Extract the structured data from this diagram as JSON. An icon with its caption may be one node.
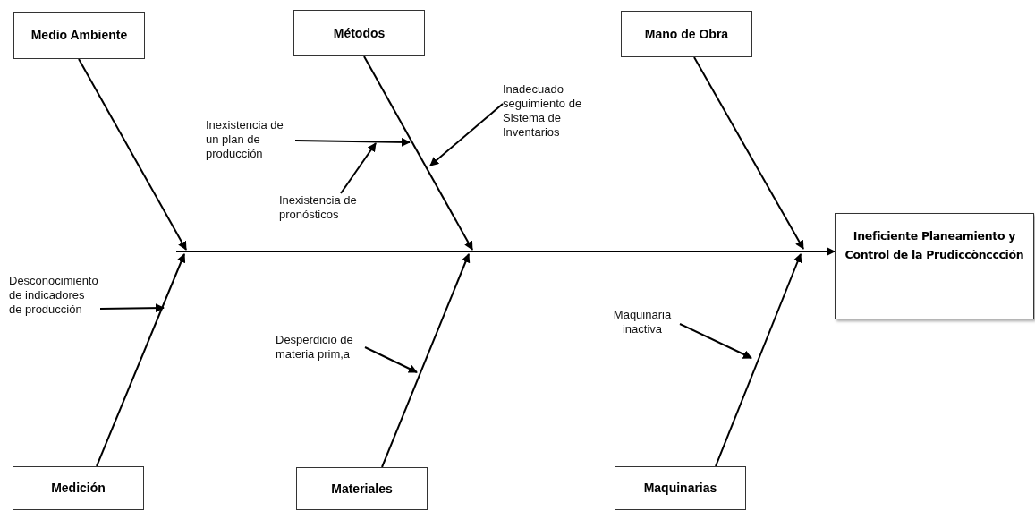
{
  "diagram": {
    "nodes": [
      {
        "text": [
          "Medio Ambiente"
        ]
      },
      {
        "text": [
          "Métodos"
        ]
      },
      {
        "text": [
          "Mano de Obra"
        ]
      },
      {
        "text": [
          "Ineficiente Planeamiento y Control de la  Prudiccònccción"
        ]
      },
      {
        "text": [
          "Medición"
        ]
      },
      {
        "text": [
          "Materiales"
        ]
      },
      {
        "text": [
          "Maquinarias"
        ]
      },
      {
        "text": [
          "Inexistencia de un plan de producción"
        ]
      },
      {
        "text": [
          "Inexistencia de pronósticos"
        ]
      },
      {
        "text": [
          "Inadecuado seguimiento de Sistema de Inventarios"
        ]
      },
      {
        "text": [
          "Desconocimiento de indicadores de producción"
        ]
      },
      {
        "text": [
          "Desperdicio de materia prim,a"
        ]
      },
      {
        "text": [
          "Maquinaria inactiva"
        ]
      }
    ],
    "edges": [
      {
        "from": 0,
        "to": null,
        "arrow": "to"
      },
      {
        "from": 1,
        "to": null,
        "arrow": "to"
      },
      {
        "from": 2,
        "to": null,
        "arrow": "to"
      },
      {
        "from": 4,
        "to": null,
        "arrow": "to"
      },
      {
        "from": 5,
        "to": null,
        "arrow": "to"
      },
      {
        "from": 6,
        "to": null,
        "arrow": "to"
      },
      {
        "from": null,
        "to": 3,
        "arrow": "to"
      },
      {
        "from": 7,
        "to": null,
        "arrow": "to"
      },
      {
        "from": 8,
        "to": null,
        "arrow": "to"
      },
      {
        "from": 9,
        "to": null,
        "arrow": "to"
      },
      {
        "from": 10,
        "to": null,
        "arrow": "to"
      },
      {
        "from": 11,
        "to": null,
        "arrow": "to"
      },
      {
        "from": 12,
        "to": null,
        "arrow": "to"
      }
    ]
  }
}
